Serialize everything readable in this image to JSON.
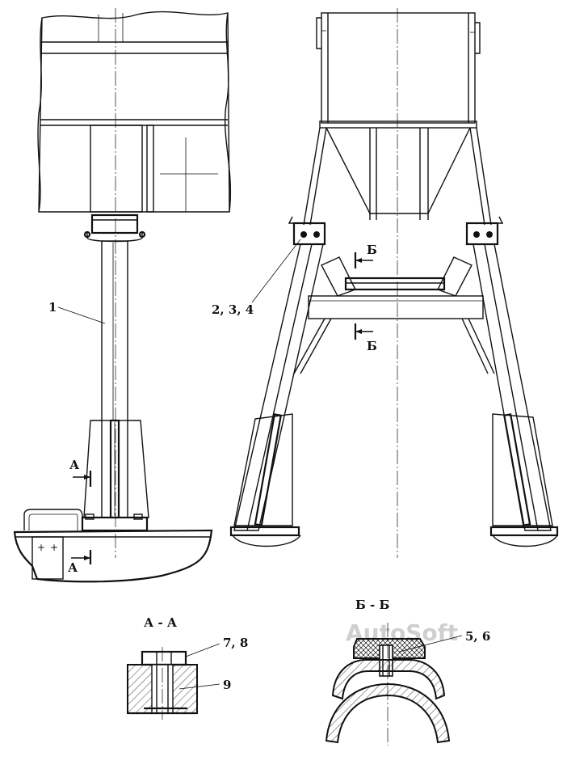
{
  "watermark": "AutoSoft",
  "callouts": {
    "part_1": "1",
    "parts_2_3_4": "2, 3, 4",
    "parts_5_6": "5, 6",
    "parts_7_8": "7, 8",
    "part_9": "9"
  },
  "section_marks": {
    "a_upper": "А",
    "a_lower": "А",
    "b_upper": "Б",
    "b_lower": "Б"
  },
  "section_titles": {
    "a_a": "А - А",
    "b_b": "Б - Б"
  }
}
